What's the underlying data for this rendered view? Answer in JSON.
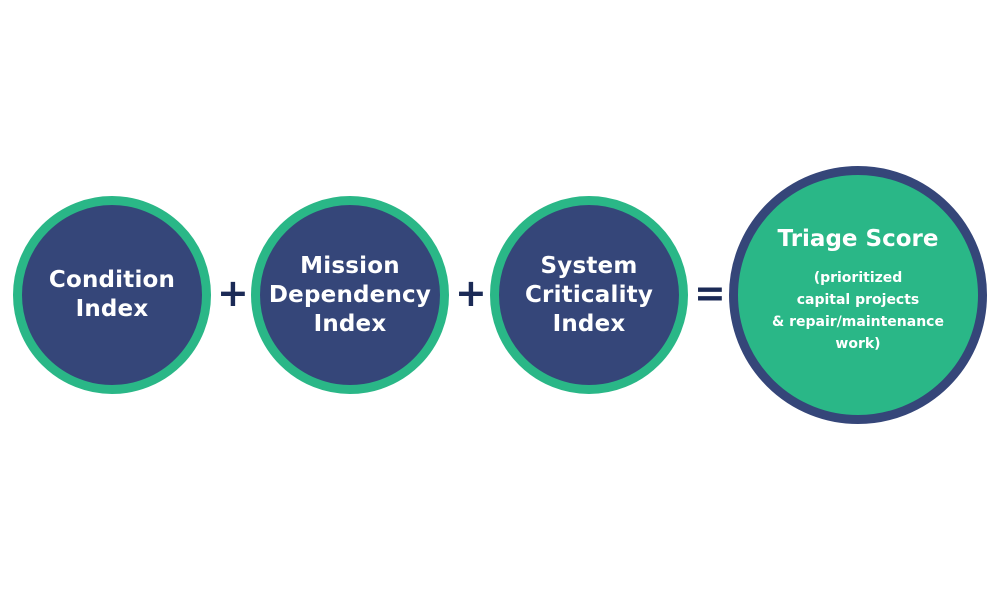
{
  "diagram": {
    "factors": [
      {
        "label": "Condition\nIndex"
      },
      {
        "label": "Mission\nDependency\nIndex"
      },
      {
        "label": "System\nCriticality\nIndex"
      }
    ],
    "operators": [
      "+",
      "+",
      "="
    ],
    "result": {
      "title": "Triage Score",
      "subtitle": "(prioritized\ncapital projects\n& repair/maintenance\nwork)"
    },
    "colors": {
      "factor_fill": "#354679",
      "factor_ring": "#2ab787",
      "result_fill": "#2ab787",
      "result_ring": "#354679",
      "operator": "#1b2a56"
    }
  }
}
